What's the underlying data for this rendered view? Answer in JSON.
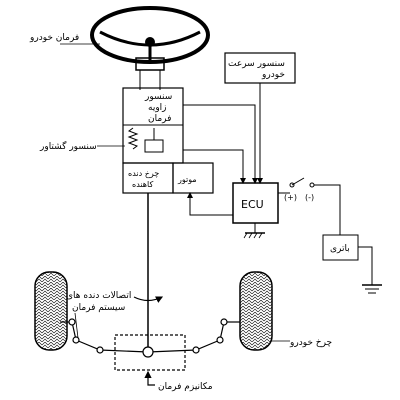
{
  "labels": {
    "steering_wheel": "فرمان خودرو",
    "angle_sensor_line1": "سنسور",
    "angle_sensor_line2": "زاویه",
    "angle_sensor_line3": "فرمان",
    "torque_sensor": "سنسور گشتاور",
    "speed_sensor_line1": "سنسور سرعت",
    "speed_sensor_line2": "خودرو",
    "reducer_line1": "چرخ دنده",
    "reducer_line2": "کاهنده",
    "motor": "موتور",
    "ecu": "ECU",
    "plus": "(+)",
    "minus": "(-)",
    "battery": "باتری",
    "linkage_line1": "اتصالات دنده های",
    "linkage_line2": "سیستم فرمان",
    "wheel": "چرخ خودرو",
    "mechanism": "مکانیزم فرمان"
  }
}
